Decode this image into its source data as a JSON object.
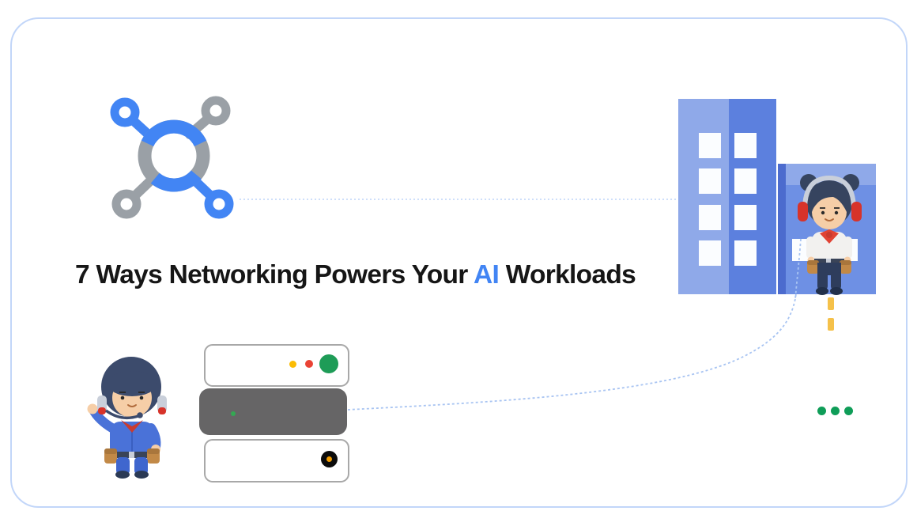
{
  "title": {
    "prefix": "7 Ways Networking Powers Your ",
    "highlight": "AI",
    "suffix": " Workloads"
  },
  "palette": {
    "brand_blue": "#4285F4",
    "icon_gray": "#9AA0A6",
    "frame_blue": "#C2D6F9",
    "connector_blue": "#A8C4F2",
    "dotted_line_blue": "#CEDFFA",
    "building_light_blue": "#8FA9E9",
    "building_medium_blue": "#5C80DE",
    "annex_blue": "#6E90E4",
    "annex_strip_blue": "#4C6BCE",
    "server_dark_gray": "#666566",
    "led_yellow": "#FBBC04",
    "led_red": "#EA4335",
    "led_green": "#1E9C57",
    "tiny_green": "#34A853",
    "power_black": "#0B0B0B",
    "power_orange": "#F29C00",
    "dash_yellow": "#F5C14A",
    "ellipsis_green": "#0F9D58",
    "title_black": "#161616"
  },
  "icons": {
    "network_hub": "network-hub-icon",
    "status_leds": "yellow-red-green-status-leds",
    "power_indicator": "power-indicator-icon",
    "ellipsis": "green-ellipsis-dots"
  },
  "illustration": {
    "left_character": "technician with headset waving",
    "right_character": "engineer with headphones standing in building doorway",
    "building": "blue office tower with annex",
    "servers": "stack of three server units",
    "connections": "dotted lines linking network hub, building and server"
  }
}
